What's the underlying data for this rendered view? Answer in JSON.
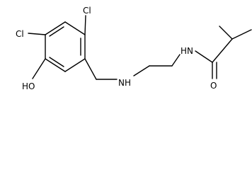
{
  "molecule": {
    "atom_labels": {
      "cl_top": "Cl",
      "cl_left": "Cl",
      "hydroxyl": "HO",
      "amine": "NH",
      "amide_nh": "HN",
      "oxygen": "O"
    },
    "colors": {
      "bond": "#000000",
      "text": "#000000",
      "background": "#ffffff"
    }
  }
}
